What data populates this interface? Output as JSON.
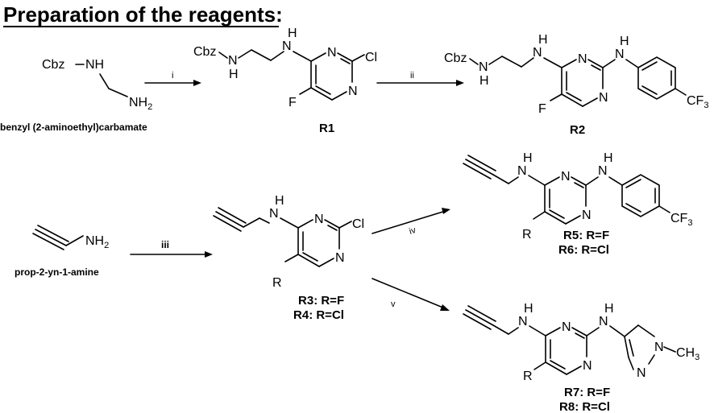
{
  "title": "Preparation of the reagents:",
  "reagents": {
    "i": "i",
    "ii": "ii",
    "iii": "iii",
    "iv": "iv",
    "v": "v"
  },
  "compounds": {
    "start1": "benzyl (2-aminoethyl)carbamate",
    "start2": "prop-2-yn-1-amine",
    "r1": "R1",
    "r2": "R2",
    "r3": "R3",
    "r4": "R4",
    "r5": "R5",
    "r6": "R6",
    "r7": "R7",
    "r8": "R8",
    "rf": ": R=F",
    "rcl": ": R=Cl"
  },
  "atoms": {
    "cbz": "Cbz",
    "nh": "NH",
    "n": "N",
    "h": "H",
    "f": "F",
    "cl": "Cl",
    "r": "R",
    "cf": "CF",
    "three": "3",
    "two": "2",
    "ch": "CH"
  }
}
